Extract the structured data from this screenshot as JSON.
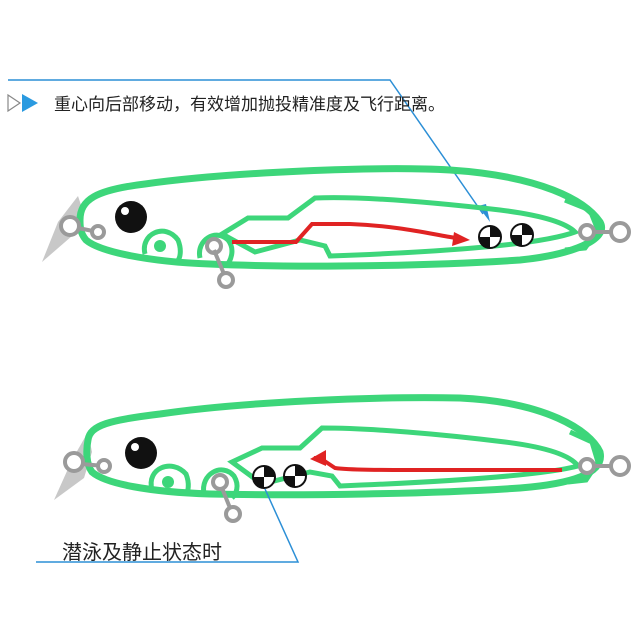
{
  "captions": {
    "top": "重心向后部移动，有效增加抛投精准度及飞行距离。",
    "bottom": "潜泳及静止状态时"
  },
  "icons": {
    "top_caption_marker": "play-arrows-icon",
    "center_of_gravity": "center-of-gravity-icon"
  },
  "colors": {
    "lure_outline": "#3dd67a",
    "movement_arrow": "#e02323",
    "callout_line": "#2c8fd6",
    "marker_arrow": "#2a9ae0",
    "hardware": "#9a9a9a",
    "lip": "#c8c8c8",
    "eye": "#111111"
  },
  "states": [
    {
      "name": "casting",
      "weight_position": "rear",
      "arrow_direction": "toward-tail",
      "weight_count": 2
    },
    {
      "name": "swimming-and-rest",
      "weight_position": "front",
      "arrow_direction": "toward-head",
      "weight_count": 2
    }
  ]
}
